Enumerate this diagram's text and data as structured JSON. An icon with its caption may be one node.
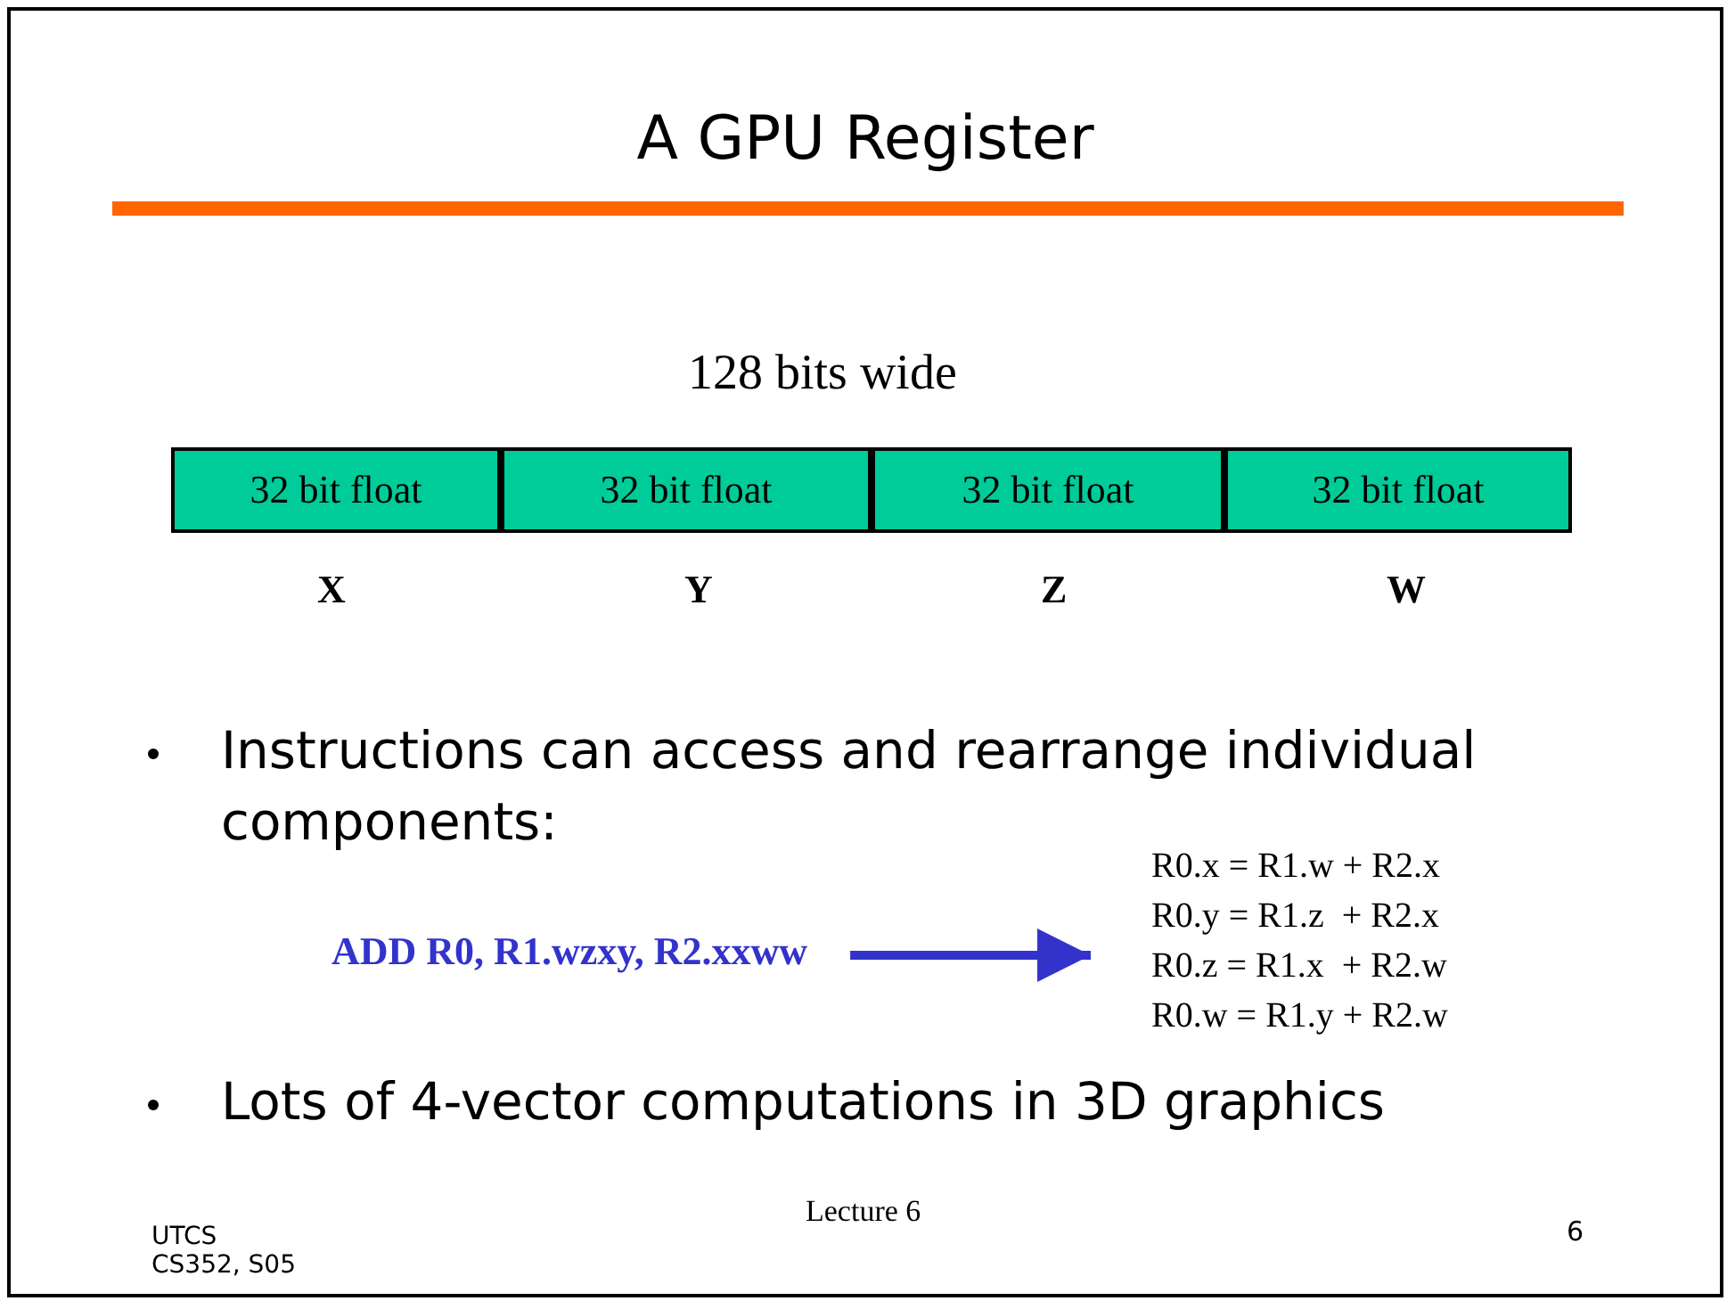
{
  "diagram": {
    "title": "A GPU Register",
    "nodes": [
      {
        "text": [
          "32 bit float"
        ]
      },
      {
        "text": [
          "32 bit float"
        ]
      },
      {
        "text": [
          "32 bit float"
        ]
      },
      {
        "text": [
          "32 bit float"
        ]
      },
      {
        "text": [
          "ADD R0, R1.wzxy, R2.xxww"
        ]
      },
      {
        "text": [
          "R0.x = R1.w + R2.x",
          "R0.y = R1.z  + R2.x",
          "R0.z = R1.x  + R2.w",
          "R0.w = R1.y + R2.w"
        ]
      }
    ],
    "edges": [
      {
        "from": 4,
        "to": 5,
        "arrow": "to",
        "color": "#3333cc"
      }
    ],
    "labels": [
      "128 bits wide",
      "X",
      "Y",
      "Z",
      "W",
      "Instructions can access and rearrange individual components:",
      "Lots of 4-vector computations in 3D graphics",
      "UTCS CS352, S05",
      "Lecture 6",
      "6"
    ]
  }
}
